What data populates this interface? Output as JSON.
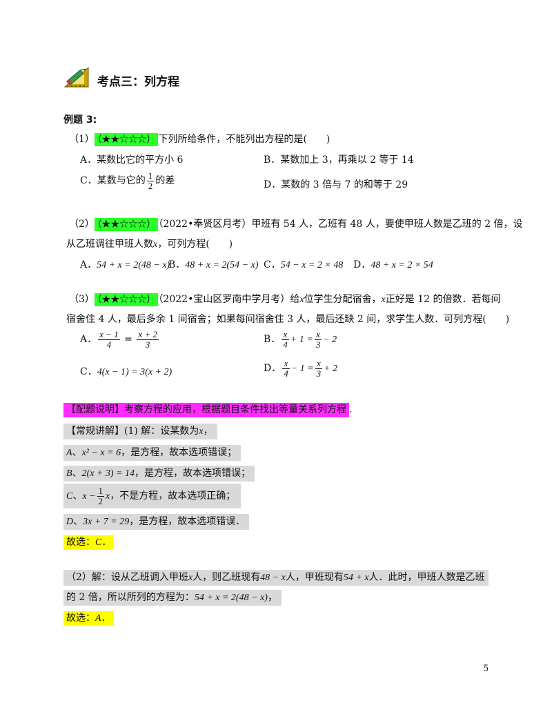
{
  "section": {
    "title": "考点三：列方程"
  },
  "example": {
    "label": "例题 3:"
  },
  "q1": {
    "num": "（1）",
    "stars": "（★★☆☆☆）",
    "text": "下列所给条件，不能列出方程的是(　　)",
    "opt_a": "A．某数比它的平方小 6",
    "opt_b": "B．某数加上 3，再乘以 2 等于 14",
    "opt_c_pre": "C．某数与它的",
    "opt_c_num": "1",
    "opt_c_den": "2",
    "opt_c_post": "的差",
    "opt_d": "D．某数的 3 倍与 7 的和等于 29"
  },
  "q2": {
    "num": "（2）",
    "stars": "（★★☆☆☆）",
    "line1": "（2022•奉贤区月考）甲班有 54 人，乙班有 48 人，要使甲班人数是乙班的 2 倍，设",
    "line2_pre": "从乙班调往甲班人数",
    "var": "x",
    "line2_post": "，可列方程(　　)",
    "opt_a_label": "A．",
    "opt_a": "54 + x = 2(48 − x)",
    "opt_b_label": "B．",
    "opt_b": "48 + x = 2(54 − x)",
    "opt_c_label": "C．",
    "opt_c": "54 − x = 2 × 48",
    "opt_d_label": "D．",
    "opt_d": "48 + x = 2 × 54"
  },
  "q3": {
    "num": "（3）",
    "stars": "（★★☆☆☆）",
    "line1_pre": "（2022•宝山区罗南中学月考）给",
    "var": "x",
    "line1_mid": "位学生分配宿舍，",
    "line1_post": "正好是 12 的倍数．若每间",
    "line2": "宿舍住 4 人，最后多余 1 间宿舍；如果每间宿舍住 3 人，最后还缺 2 间，求学生人数．可列方程(　　)",
    "opt_a_label": "A．",
    "opt_a_ln": "x − 1",
    "opt_a_ld": "4",
    "opt_a_rn": "x + 2",
    "opt_a_rd": "3",
    "opt_b_label": "B．",
    "opt_b_ln": "x",
    "opt_b_ld": "4",
    "opt_b_mid": "+ 1 =",
    "opt_b_rn": "x",
    "opt_b_rd": "3",
    "opt_b_post": "− 2",
    "opt_c_label": "C．",
    "opt_c": "4(x − 1) = 3(x + 2)",
    "opt_d_label": "D．",
    "opt_d_ln": "x",
    "opt_d_ld": "4",
    "opt_d_mid": "− 1 =",
    "opt_d_rn": "x",
    "opt_d_rd": "3",
    "opt_d_post": "+ 2"
  },
  "explain": {
    "note": "【配题说明】考察方程的应用，根据题目条件找出等量关系列方程",
    "note_end": ".",
    "intro_pre": "【常规讲解】(1) 解：设某数为",
    "intro_var": "x",
    "intro_post": "，",
    "a_label": "A",
    "a_sep": "、",
    "a_eq": "x² − x = 6",
    "a_text": "，是方程，故本选项错误；",
    "b_label": "B",
    "b_sep": "、",
    "b_eq": "2(x + 3) = 14",
    "b_text": "，是方程，故本选项错误；",
    "c_label": "C",
    "c_sep": "、",
    "c_eq_pre": "x −",
    "c_num": "1",
    "c_den": "2",
    "c_eq_post": "x",
    "c_text": "，不是方程，故本选项正确；",
    "d_label": "D",
    "d_sep": "、",
    "d_eq": "3x + 7 = 29",
    "d_text": "，是方程，故本选项错误．",
    "answer1_pre": "故选：",
    "answer1": "C",
    "answer1_post": "．",
    "sol2_line1_pre": "（2）解：设从乙班调入甲班",
    "sol2_var": "x",
    "sol2_line1_mid": "人，则乙班现有",
    "sol2_expr1": "48 − x",
    "sol2_line1_mid2": "人，甲班现有",
    "sol2_expr2": "54 + x",
    "sol2_line1_post": "人．此时，甲班人数是乙班",
    "sol2_line2_pre": "的 2 倍，所以所列的方程为：",
    "sol2_eq": "54 + x = 2(48 − x)",
    "sol2_line2_post": "，",
    "answer2_pre": "故选：",
    "answer2": "A",
    "answer2_post": "．"
  },
  "page": {
    "number": "5"
  }
}
